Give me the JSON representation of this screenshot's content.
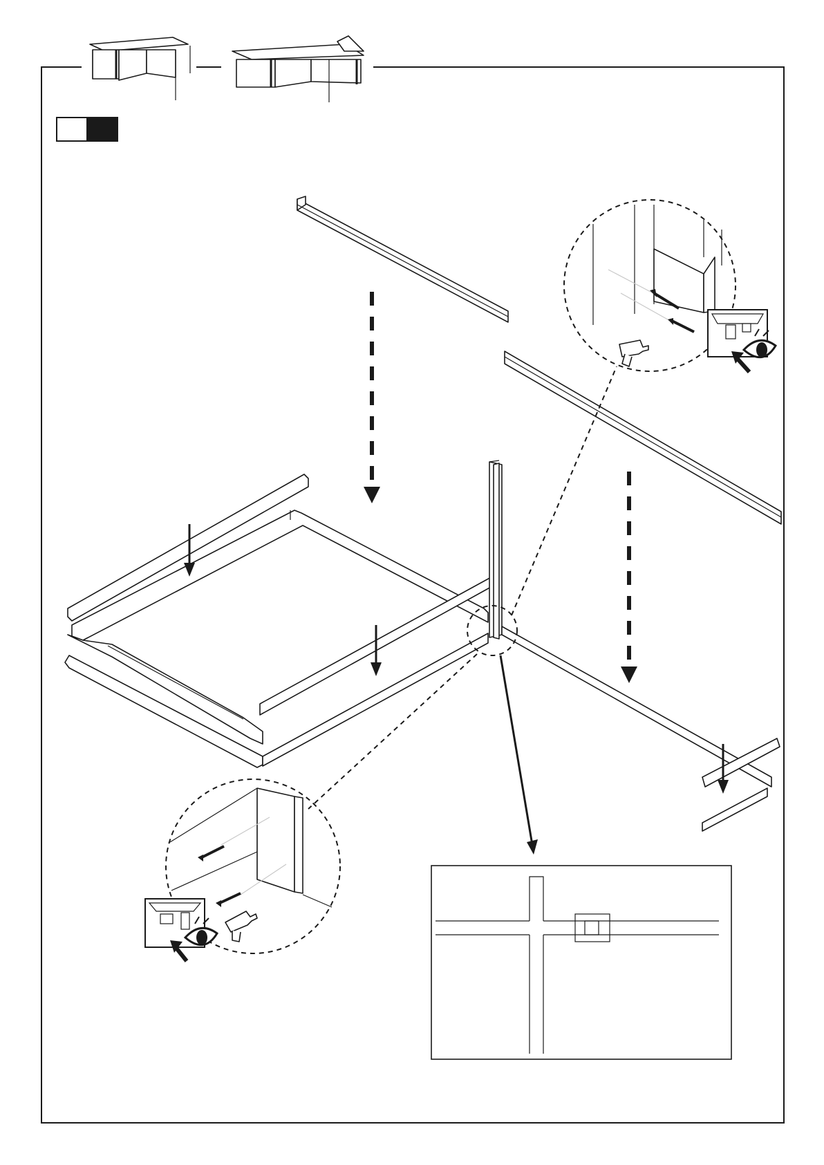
{
  "document": {
    "type": "assembly-instruction-page",
    "step_badge": {
      "left_color": "#ffffff",
      "right_color": "#1a1a1a"
    },
    "header_thumbnails": [
      "flat-roof-carport-building",
      "gable-roof-carport-building"
    ],
    "icons": [
      "drill-icon",
      "eye-icon",
      "screw-icon",
      "room-view-icon",
      "arrow-down-icon"
    ],
    "colors": {
      "ink": "#1a1a1a",
      "paper": "#ffffff",
      "guide": "#c8c8c8"
    }
  }
}
